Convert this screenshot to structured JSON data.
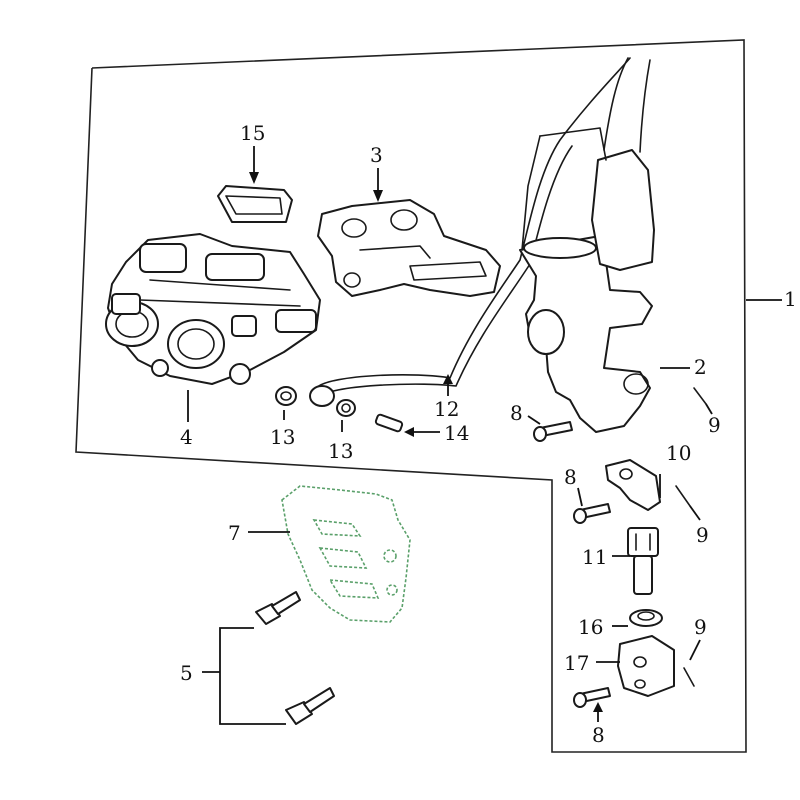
{
  "callouts": {
    "c1": "1",
    "c2": "2",
    "c3": "3",
    "c4": "4",
    "c5": "5",
    "c7": "7",
    "c8a": "8",
    "c8b": "8",
    "c8c": "8",
    "c9a": "9",
    "c9b": "9",
    "c9c": "9",
    "c10": "10",
    "c11": "11",
    "c12": "12",
    "c13a": "13",
    "c13b": "13",
    "c14": "14",
    "c15": "15",
    "c16": "16",
    "c17": "17"
  },
  "colors": {
    "line": "#1a1a1a",
    "gasket": "#5aa06a",
    "background": "#ffffff"
  }
}
